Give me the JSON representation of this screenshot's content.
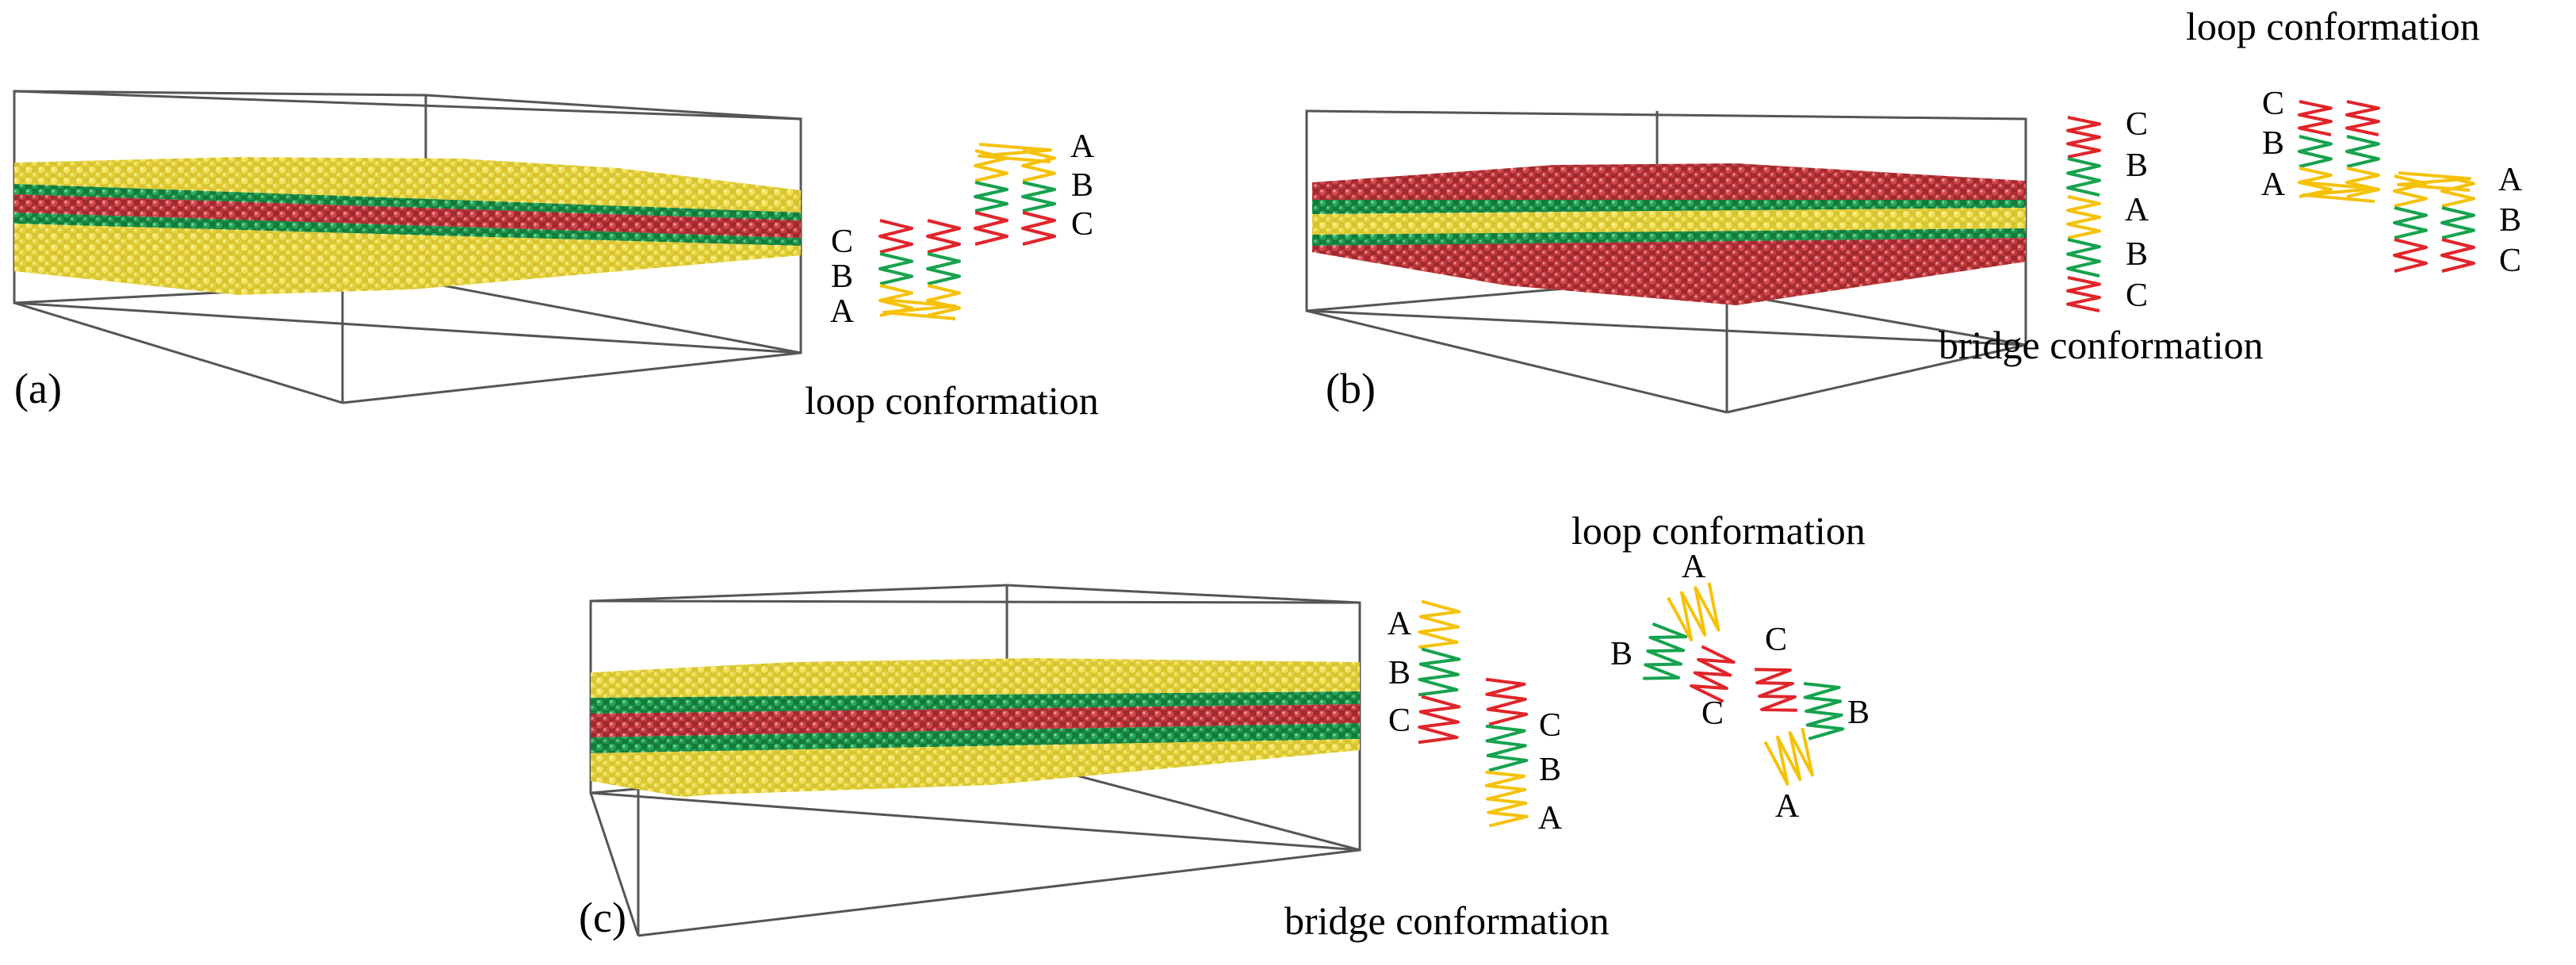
{
  "colors": {
    "A": "#f5c20a",
    "B": "#17a24e",
    "C": "#e0252b",
    "bead_A": "#ecd83e",
    "bead_B": "#1e9a4c",
    "bead_C": "#c8363b",
    "box_edge": "#555555"
  },
  "panels": [
    {
      "id": "a",
      "panel_label": "(a)",
      "layer_order_top_to_bottom": [
        "A",
        "B",
        "C",
        "B",
        "A"
      ],
      "conformations": [
        {
          "caption": "loop conformation",
          "left_labels": [
            "C",
            "B",
            "A"
          ],
          "right_labels": [
            "A",
            "B",
            "C"
          ]
        }
      ]
    },
    {
      "id": "b",
      "panel_label": "(b)",
      "layer_order_top_to_bottom": [
        "C",
        "B",
        "A",
        "B",
        "C"
      ],
      "conformations": [
        {
          "caption": "bridge conformation",
          "labels": [
            "C",
            "B",
            "A",
            "B",
            "C"
          ]
        },
        {
          "caption": "loop conformation",
          "left_labels": [
            "C",
            "B",
            "A"
          ],
          "right_labels": [
            "A",
            "B",
            "C"
          ]
        }
      ]
    },
    {
      "id": "c",
      "panel_label": "(c)",
      "layer_order_top_to_bottom": [
        "A",
        "B",
        "C",
        "B",
        "A"
      ],
      "conformations": [
        {
          "caption": "bridge conformation",
          "left_labels": [
            "A",
            "B",
            "C"
          ],
          "right_labels": [
            "C",
            "B",
            "A"
          ]
        },
        {
          "caption": "loop conformation",
          "labels": [
            "A",
            "B",
            "C",
            "C",
            "B",
            "A"
          ]
        }
      ]
    }
  ]
}
